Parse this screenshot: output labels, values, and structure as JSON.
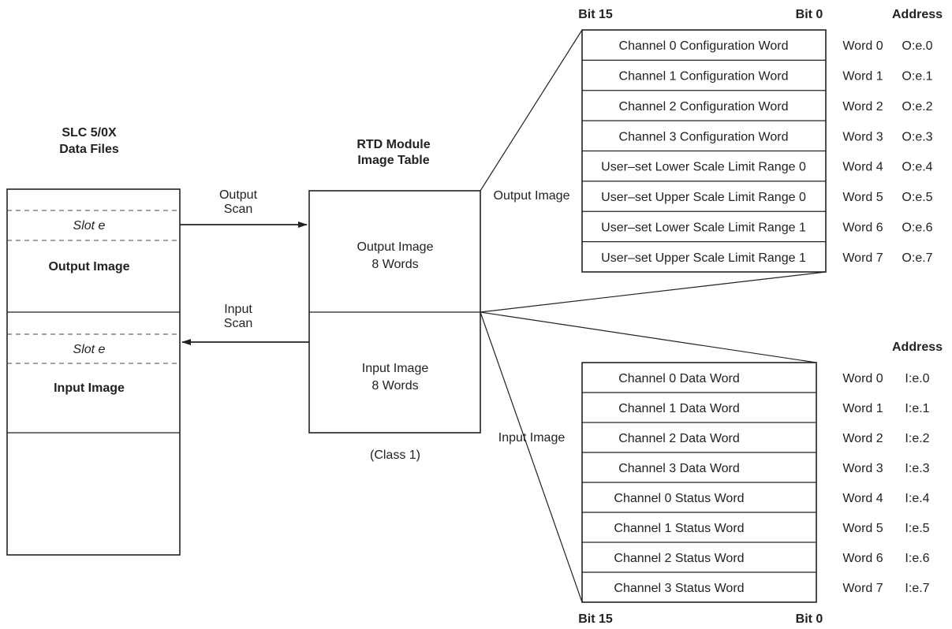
{
  "slc": {
    "title_line1": "SLC 5/0X",
    "title_line2": "Data Files",
    "slot_label": "Slot e",
    "output_image": "Output Image",
    "input_image": "Input Image"
  },
  "scan": {
    "output_line1": "Output",
    "output_line2": "Scan",
    "input_line1": "Input",
    "input_line2": "Scan"
  },
  "rtd": {
    "title_line1": "RTD Module",
    "title_line2": "Image Table",
    "output_line1": "Output Image",
    "output_line2": "8 Words",
    "input_line1": "Input Image",
    "input_line2": "8 Words",
    "class_label": "(Class 1)"
  },
  "output_table": {
    "side_label": "Output Image",
    "bit_high": "Bit 15",
    "bit_low": "Bit 0",
    "address_header": "Address",
    "rows": [
      {
        "label": "Channel 0 Configuration Word",
        "word": "Word 0",
        "address": "O:e.0"
      },
      {
        "label": "Channel 1 Configuration Word",
        "word": "Word 1",
        "address": "O:e.1"
      },
      {
        "label": "Channel 2 Configuration Word",
        "word": "Word 2",
        "address": "O:e.2"
      },
      {
        "label": "Channel 3 Configuration Word",
        "word": "Word 3",
        "address": "O:e.3"
      },
      {
        "label": "User–set Lower Scale Limit Range 0",
        "word": "Word 4",
        "address": "O:e.4"
      },
      {
        "label": "User–set Upper Scale Limit Range 0",
        "word": "Word 5",
        "address": "O:e.5"
      },
      {
        "label": "User–set Lower Scale Limit Range 1",
        "word": "Word 6",
        "address": "O:e.6"
      },
      {
        "label": "User–set Upper Scale Limit Range 1",
        "word": "Word 7",
        "address": "O:e.7"
      }
    ]
  },
  "input_table": {
    "side_label": "Input Image",
    "bit_high": "Bit 15",
    "bit_low": "Bit 0",
    "address_header": "Address",
    "rows": [
      {
        "label": "Channel 0 Data Word",
        "word": "Word 0",
        "address": "I:e.0"
      },
      {
        "label": "Channel 1 Data Word",
        "word": "Word 1",
        "address": "I:e.1"
      },
      {
        "label": "Channel 2 Data Word",
        "word": "Word 2",
        "address": "I:e.2"
      },
      {
        "label": "Channel 3 Data Word",
        "word": "Word 3",
        "address": "I:e.3"
      },
      {
        "label": "Channel 0 Status Word",
        "word": "Word 4",
        "address": "I:e.4"
      },
      {
        "label": "Channel 1 Status Word",
        "word": "Word 5",
        "address": "I:e.5"
      },
      {
        "label": "Channel 2 Status Word",
        "word": "Word 6",
        "address": "I:e.6"
      },
      {
        "label": "Channel 3 Status Word",
        "word": "Word 7",
        "address": "I:e.7"
      }
    ]
  }
}
